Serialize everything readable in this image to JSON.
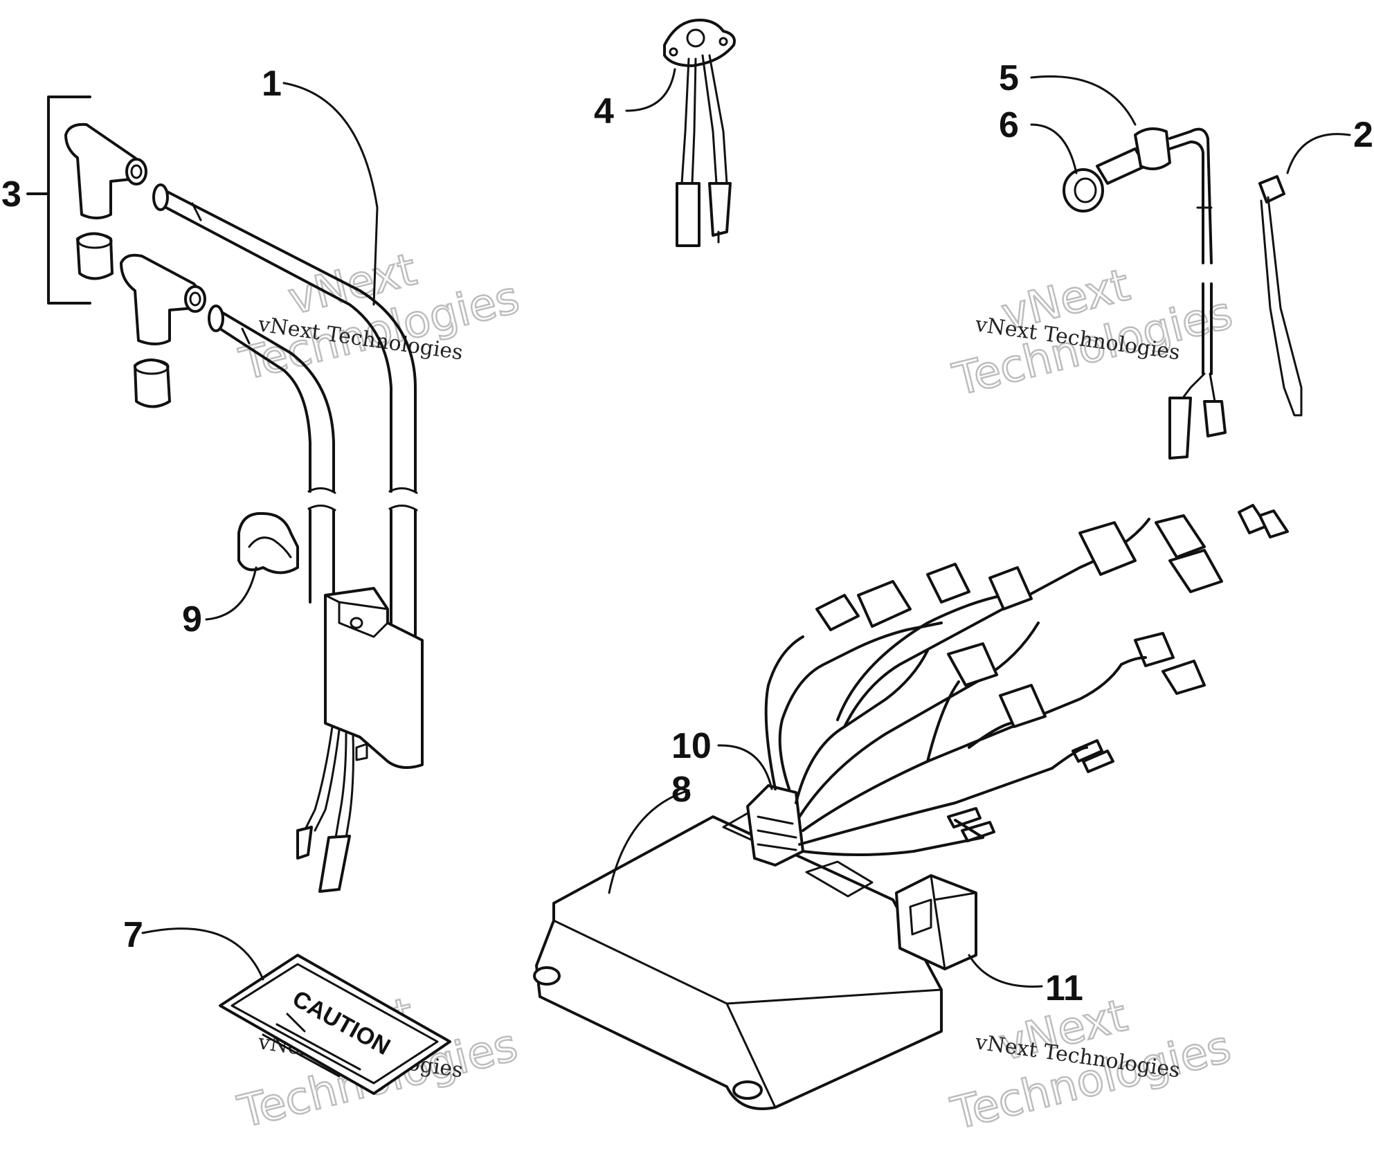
{
  "callouts": {
    "c1": "1",
    "c2": "2",
    "c3": "3",
    "c4": "4",
    "c5": "5",
    "c6": "6",
    "c7": "7",
    "c8": "8",
    "c9": "9",
    "c10": "10",
    "c11": "11"
  },
  "decal": {
    "text": "CAUTION"
  },
  "watermark": {
    "brand_big_1": "vNext",
    "brand_big_2": "Technologies",
    "brand_small": "vNext Technologies"
  }
}
